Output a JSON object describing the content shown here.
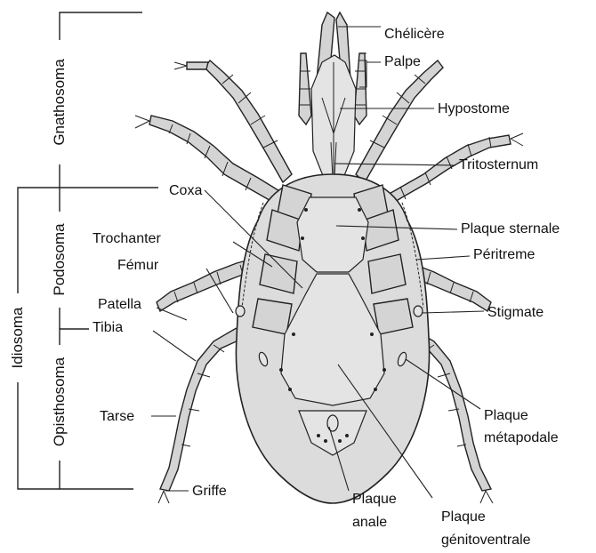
{
  "labels": {
    "chelicere": "Chélicère",
    "palpe": "Palpe",
    "hypostome": "Hypostome",
    "tritosternum": "Tritosternum",
    "coxa": "Coxa",
    "plaque_sternale": "Plaque sternale",
    "trochanter": "Trochanter",
    "femur": "Fémur",
    "peritreme": "Péritreme",
    "patella": "Patella",
    "tibia": "Tibia",
    "stigmate": "Stigmate",
    "tarse": "Tarse",
    "plaque_metapodale_1": "Plaque",
    "plaque_metapodale_2": "métapodale",
    "griffe": "Griffe",
    "plaque_anale_1": "Plaque",
    "plaque_anale_2": "anale",
    "plaque_genitoventrale_1": "Plaque",
    "plaque_genitoventrale_2": "génitoventrale"
  },
  "regions": {
    "gnathosoma": "Gnathosoma",
    "podosoma": "Podosoma",
    "opisthosoma": "Opisthosoma",
    "idiosoma": "Idiosoma"
  }
}
